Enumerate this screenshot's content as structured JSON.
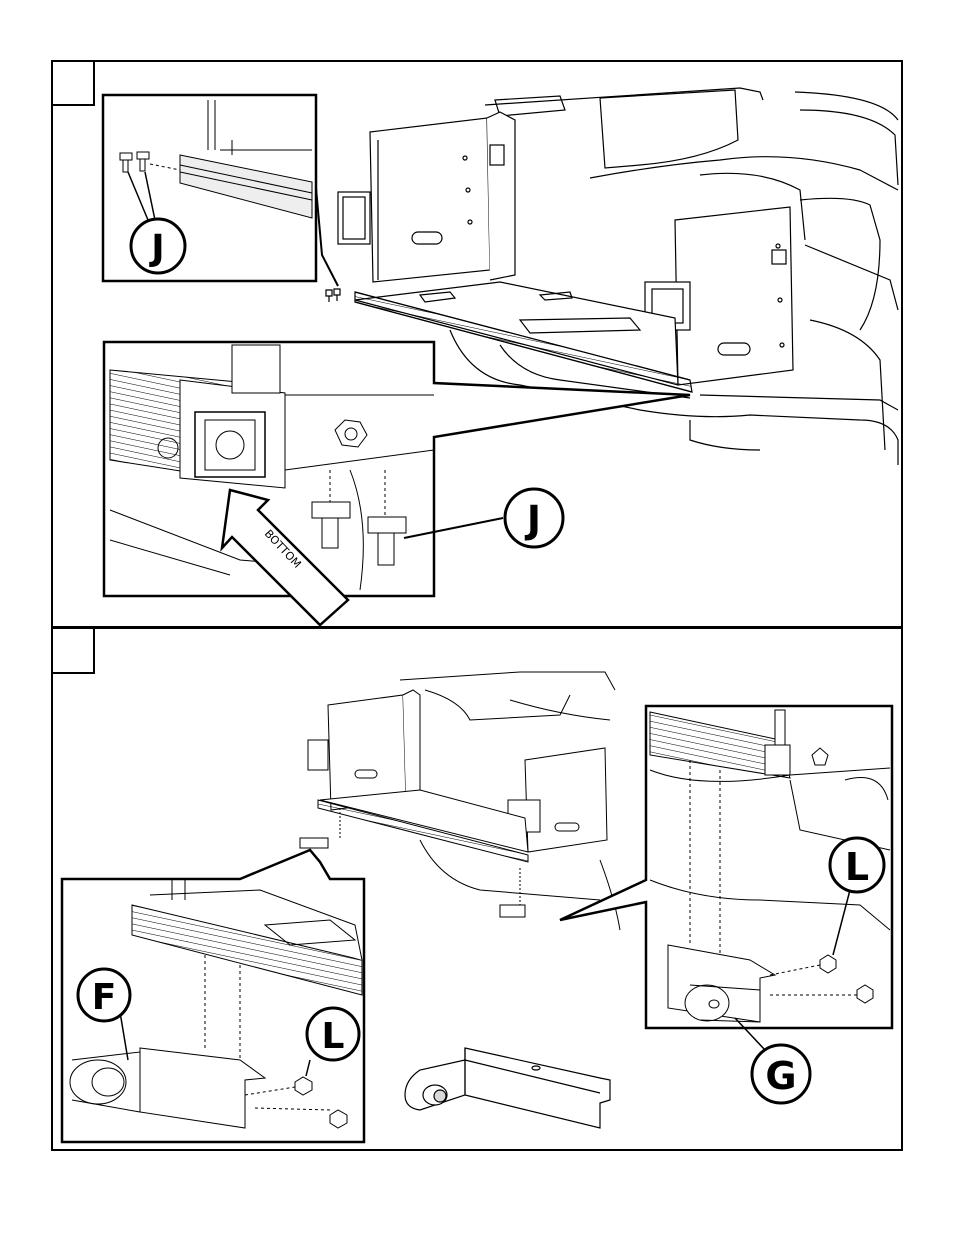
{
  "panels": [
    {
      "step_number": "",
      "inset_top_callout": "J",
      "inset_bottom_callout": "J",
      "arrow_label": "BOTTOM"
    },
    {
      "step_number": "",
      "callout_F": "F",
      "callout_L_left": "L",
      "callout_L_right": "L",
      "callout_G": "G"
    }
  ],
  "colors": {
    "line": "#000000",
    "shade": "#d9d9d9",
    "background": "#ffffff"
  }
}
